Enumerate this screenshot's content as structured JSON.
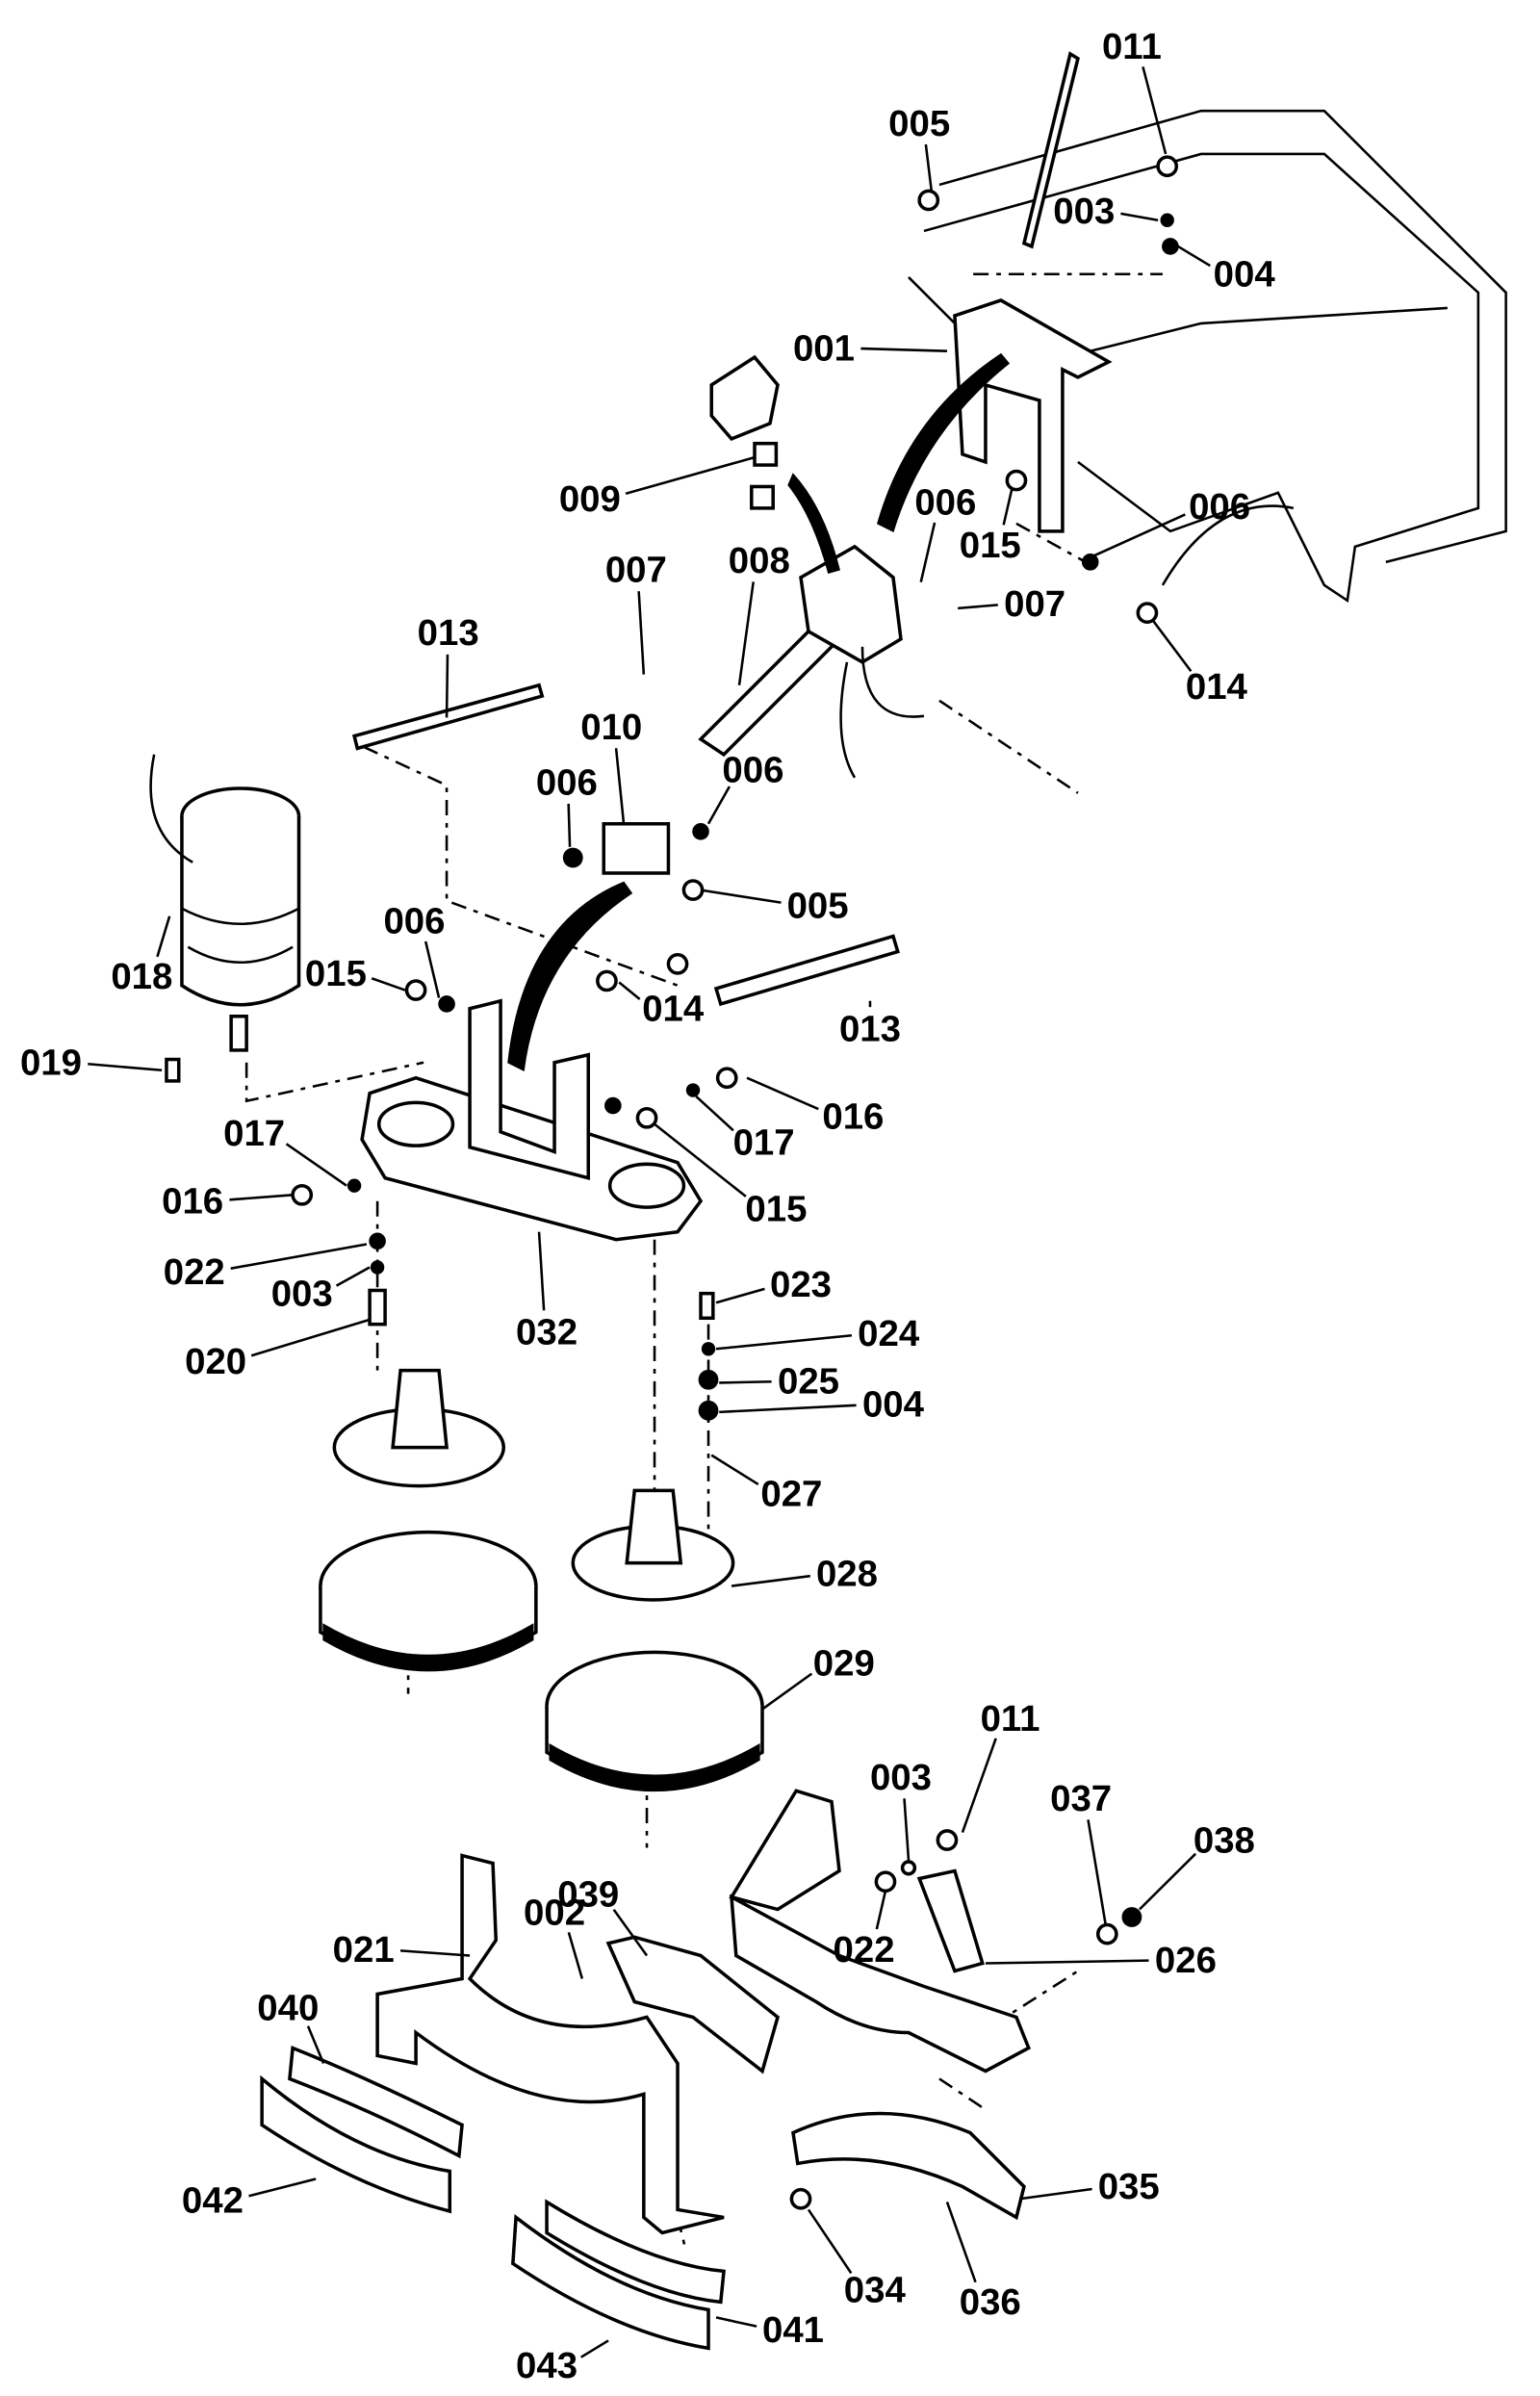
{
  "diagram": {
    "type": "exploded-parts-diagram",
    "labels": [
      "011",
      "005",
      "003",
      "004",
      "001",
      "009",
      "006",
      "015",
      "006",
      "007",
      "008",
      "007",
      "014",
      "013",
      "010",
      "006",
      "006",
      "005",
      "018",
      "015",
      "006",
      "014",
      "013",
      "019",
      "017",
      "016",
      "017",
      "016",
      "015",
      "022",
      "003",
      "032",
      "020",
      "023",
      "024",
      "025",
      "004",
      "027",
      "028",
      "029",
      "011",
      "003",
      "037",
      "038",
      "039",
      "002",
      "021",
      "022",
      "026",
      "040",
      "035",
      "042",
      "034",
      "036",
      "041",
      "043"
    ]
  }
}
